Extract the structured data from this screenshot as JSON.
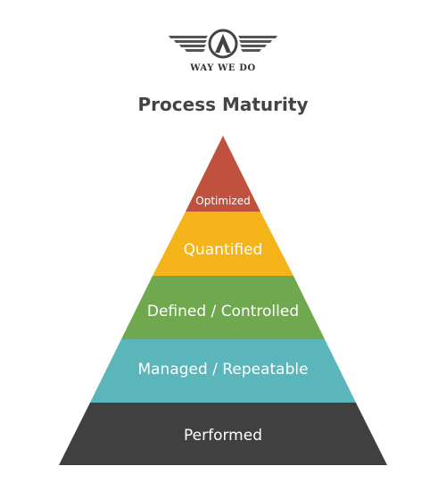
{
  "brand": {
    "name": "WAY WE DO"
  },
  "title": "Process Maturity",
  "levels": [
    {
      "label": "Optimized",
      "color": "#c0513f"
    },
    {
      "label": "Quantified",
      "color": "#f5b41a"
    },
    {
      "label": "Defined / Controlled",
      "color": "#6fa84f"
    },
    {
      "label": "Managed / Repeatable",
      "color": "#5bb6bb"
    },
    {
      "label": "Performed",
      "color": "#404040"
    }
  ]
}
